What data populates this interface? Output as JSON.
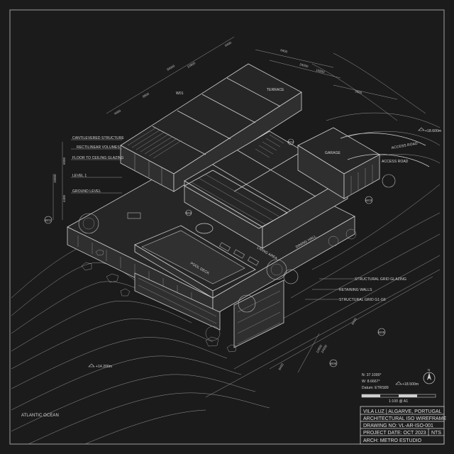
{
  "drawing": {
    "ocean_label": "ATLANTIC OCEAN",
    "elevations": {
      "sea": "+14.200m",
      "road": "+18.600m",
      "site": "+18.500m"
    },
    "labels": {
      "cantilevered": "CANTILEVERED STRUCTURE",
      "rectilinear": "RECTILINEAR VOLUMES",
      "glazing": "FLOOR TO CEILING GLAZING",
      "level1": "LEVEL 1",
      "ground": "GROUND LEVEL",
      "terrace": "TERRACE",
      "garage": "GARAGE",
      "access_road": "ACCESS ROAD",
      "access_road_top": "ACCESS ROAD",
      "pool": "POOL DECK",
      "living": "LIVING AREA",
      "dining": "DINING HALL",
      "structural_glazing": "STRUCTURAL GRID GLAZING",
      "retaining": "RETAINING WALLS",
      "structural_grid": "STRUCTURAL GRID G1-G6",
      "wall_tag": "W01"
    },
    "dimensions": {
      "top_a": "34000",
      "top_b": "10800",
      "top_c": "6400",
      "top_d": "4400",
      "top_e": "8800",
      "top_f": "6400",
      "top_g": "24000",
      "top_h": "10800",
      "top_i": "5400",
      "left_a": "6000",
      "left_b": "10000",
      "left_c": "4400",
      "bottom_a": "6400",
      "bottom_b": "12800",
      "bottom_c": "24000",
      "bottom_d": "6400"
    },
    "section_markers": [
      "W01",
      "W02",
      "W03",
      "W04",
      "W05",
      "W06"
    ],
    "coordinates": {
      "lat": "N: 37.1000°",
      "lon": "W: 8.6667°",
      "datum": "Datum: ETRS89"
    },
    "scale_label": "1:100 @ A1",
    "north_label": "N"
  },
  "title_block": {
    "project": "VILA LUZ | ALGARVE, PORTUGAL",
    "type": "ARCHITECTURAL ISO WIREFRAME",
    "drawing_no": "DRAWING NO: VL-AR-ISO-001",
    "date": "PROJECT DATE: OCT 2023",
    "nts": "NTS",
    "arch": "ARCH: METRO ESTUDIO"
  }
}
